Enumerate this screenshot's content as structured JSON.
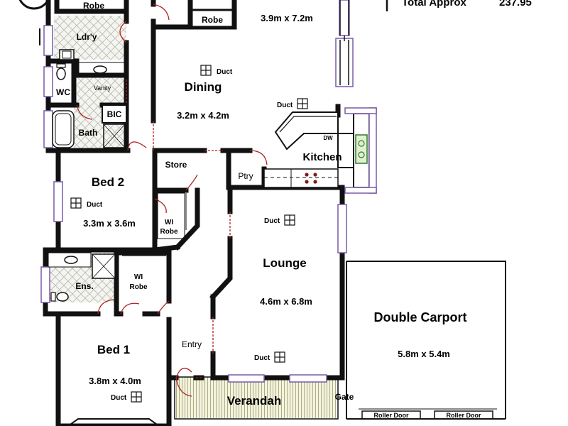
{
  "header": {
    "total_label": "Total Approx",
    "total_value": "237.95"
  },
  "rooms": {
    "robe_top_left": "Robe",
    "robe_top": "Robe",
    "family_dims": "3.9m x 7.2m",
    "laundry": "Ldr'y",
    "wc": "WC",
    "vanity": "Vanity",
    "bic": "BIC",
    "bath": "Bath",
    "dining": "Dining",
    "dining_duct": "Duct",
    "dining_dims": "3.2m x 4.2m",
    "kitchen_duct": "Duct",
    "dw": "DW",
    "kitchen": "Kitchen",
    "store": "Store",
    "pantry": "Ptry",
    "bed2": "Bed 2",
    "bed2_duct": "Duct",
    "bed2_dims": "3.3m x 3.6m",
    "wi_robe_1_line1": "WI",
    "wi_robe_1_line2": "Robe",
    "lounge_duct": "Duct",
    "lounge": "Lounge",
    "lounge_dims": "4.6m x 6.8m",
    "lounge_duct2": "Duct",
    "ensuite": "Ens.",
    "wi_robe_2_line1": "WI",
    "wi_robe_2_line2": "Robe",
    "carport": "Double Carport",
    "carport_dims": "5.8m x 5.4m",
    "entry": "Entry",
    "bed1": "Bed 1",
    "bed1_dims": "3.8m x 4.0m",
    "bed1_duct": "Duct",
    "verandah": "Verandah",
    "gate": "Gate",
    "roller_door_1": "Roller Door",
    "roller_door_2": "Roller Door"
  },
  "colors": {
    "wall": "#111111",
    "window": "#7a5aa8",
    "door_swing": "#b02020",
    "tile_fill": "#eef0ea",
    "verandah_fill": "#f2f2dc"
  }
}
